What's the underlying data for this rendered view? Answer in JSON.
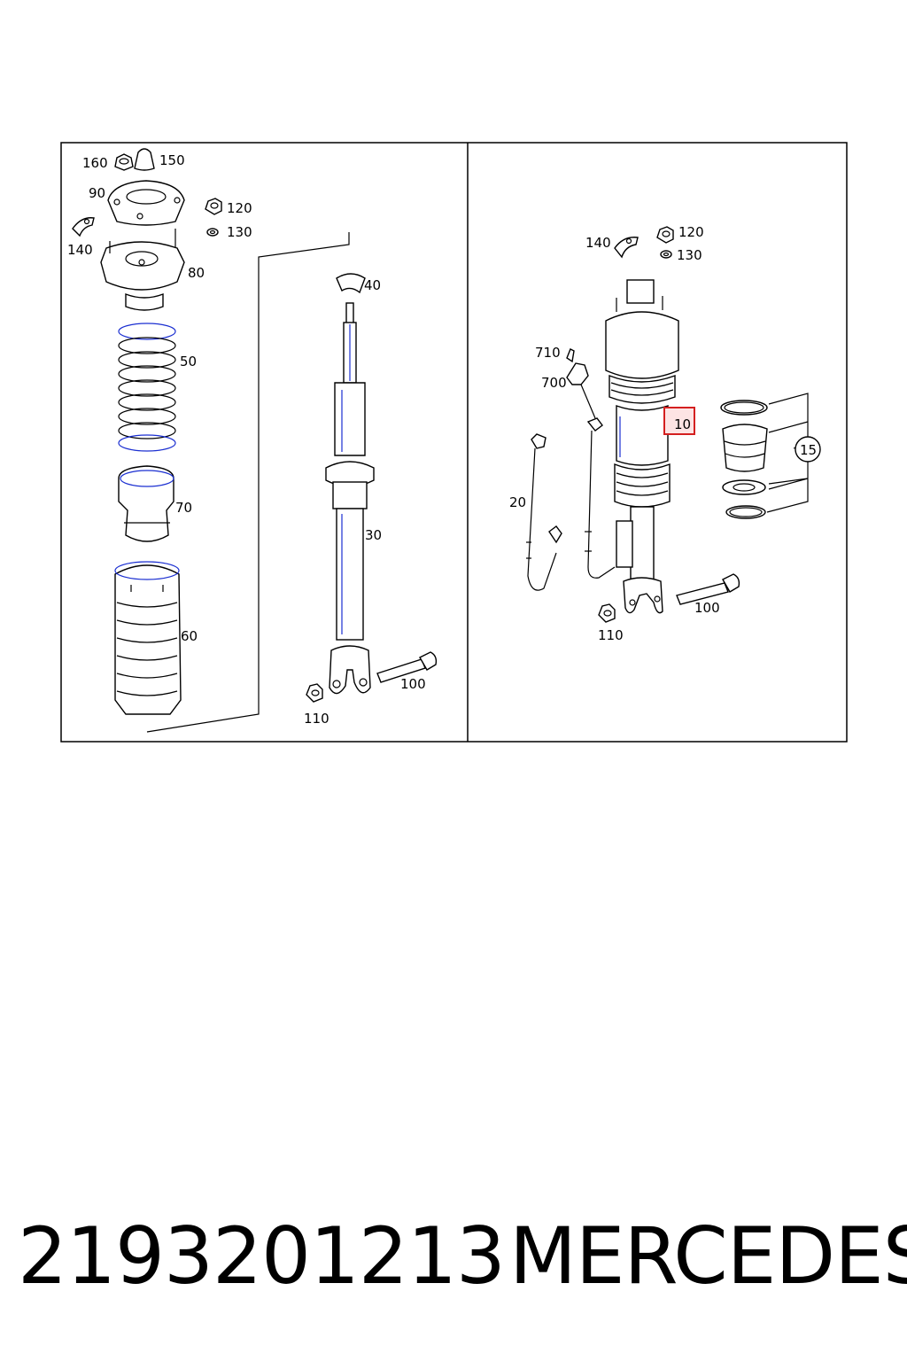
{
  "callouts": {
    "left": {
      "c160": "160",
      "c150": "150",
      "c90": "90",
      "c120": "120",
      "c130": "130",
      "c140": "140",
      "c80": "80",
      "c40": "40",
      "c50": "50",
      "c70": "70",
      "c30": "30",
      "c60": "60",
      "c100": "100",
      "c110": "110"
    },
    "right": {
      "c140": "140",
      "c120": "120",
      "c130": "130",
      "c710": "710",
      "c700": "700",
      "c10": "10",
      "c15": "15",
      "c20": "20",
      "c100": "100",
      "c110": "110"
    }
  },
  "highlight": {
    "callout": "10",
    "color": "#d42020",
    "fill": "#fde4e4"
  },
  "caption": {
    "part_number": "2193201213",
    "brand": "MERCEDES"
  }
}
